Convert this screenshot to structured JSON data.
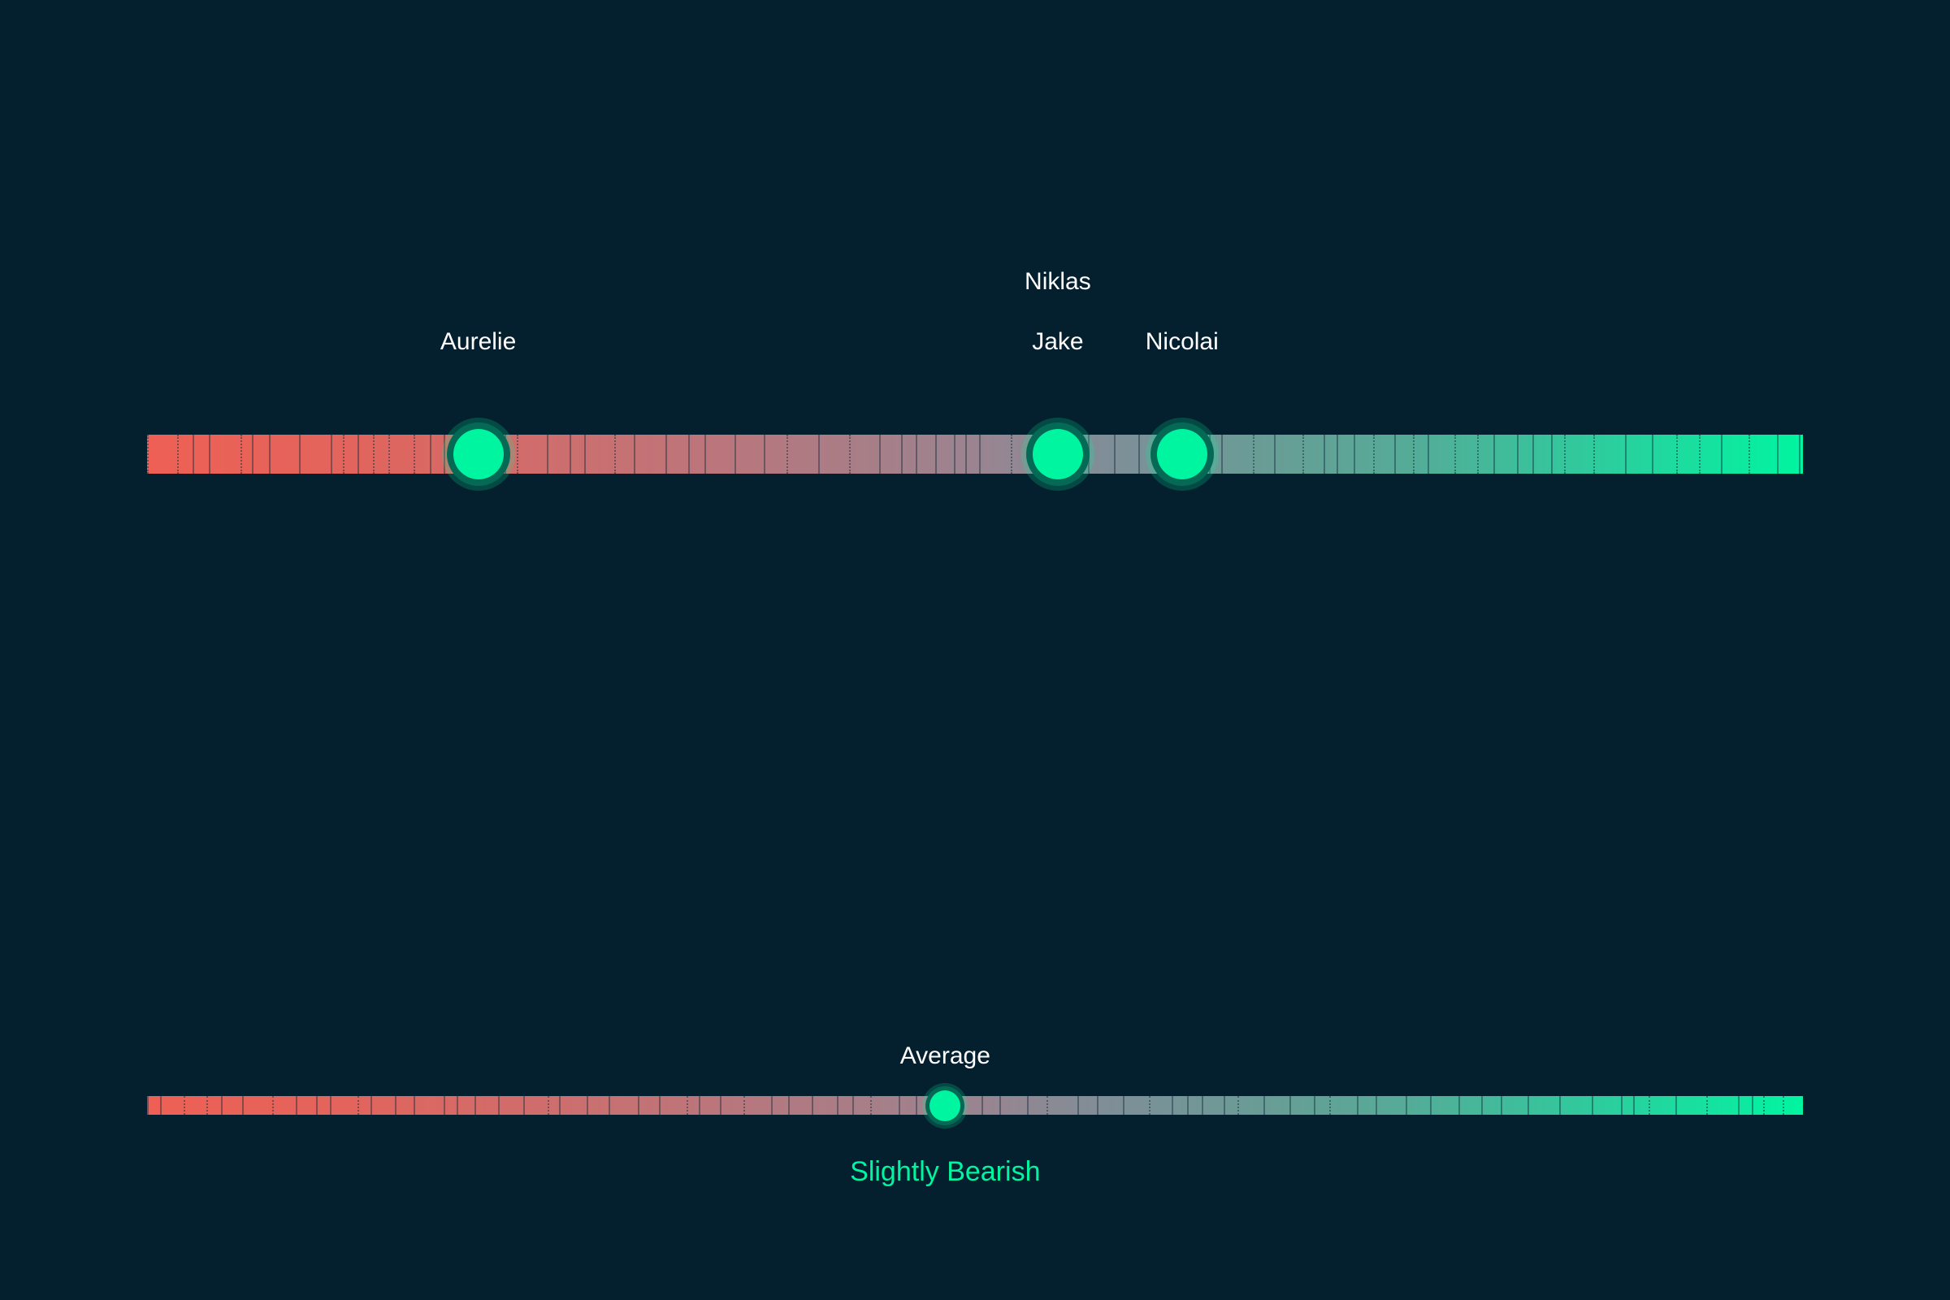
{
  "background_color": "#04202f",
  "palette": {
    "bearish_end": "#ee6055",
    "neutral_mid": "#808e96",
    "bullish_end": "#00f5a0",
    "marker_core": "#00f5a0",
    "marker_ring": "#046a55",
    "label_text": "#ffffff",
    "verdict_text": "#00f5a0"
  },
  "chart_data": {
    "type": "scatter",
    "title": "",
    "xlabel": "",
    "ylabel": "",
    "xlim": [
      0,
      100
    ],
    "grid": true,
    "legend": "none",
    "scale_description": "Horizontal sentiment scale, left = bearish (red), right = bullish (green)",
    "participants": [
      {
        "name": "Aurelie",
        "value": 20.0,
        "label_row": 1
      },
      {
        "name": "Niklas",
        "value": 55.0,
        "label_row": 0
      },
      {
        "name": "Jake",
        "value": 55.0,
        "label_row": 1
      },
      {
        "name": "Nicolai",
        "value": 62.5,
        "label_row": 1
      }
    ],
    "average": {
      "name": "Average",
      "value": 48.2,
      "verdict": "Slightly Bearish"
    }
  },
  "participant_bar": {
    "markers": [
      {
        "name": "Aurelie",
        "percent": 20.0
      },
      {
        "name": "Jake",
        "percent": 55.0
      },
      {
        "name": "Nicolai",
        "percent": 62.5
      }
    ],
    "labels": [
      {
        "name": "Niklas",
        "percent": 55.0,
        "row": 0
      },
      {
        "name": "Aurelie",
        "percent": 20.0,
        "row": 1
      },
      {
        "name": "Jake",
        "percent": 55.0,
        "row": 1
      },
      {
        "name": "Nicolai",
        "percent": 62.5,
        "row": 1
      }
    ]
  },
  "average_bar": {
    "label": "Average",
    "percent": 48.2,
    "verdict": "Slightly Bearish"
  }
}
